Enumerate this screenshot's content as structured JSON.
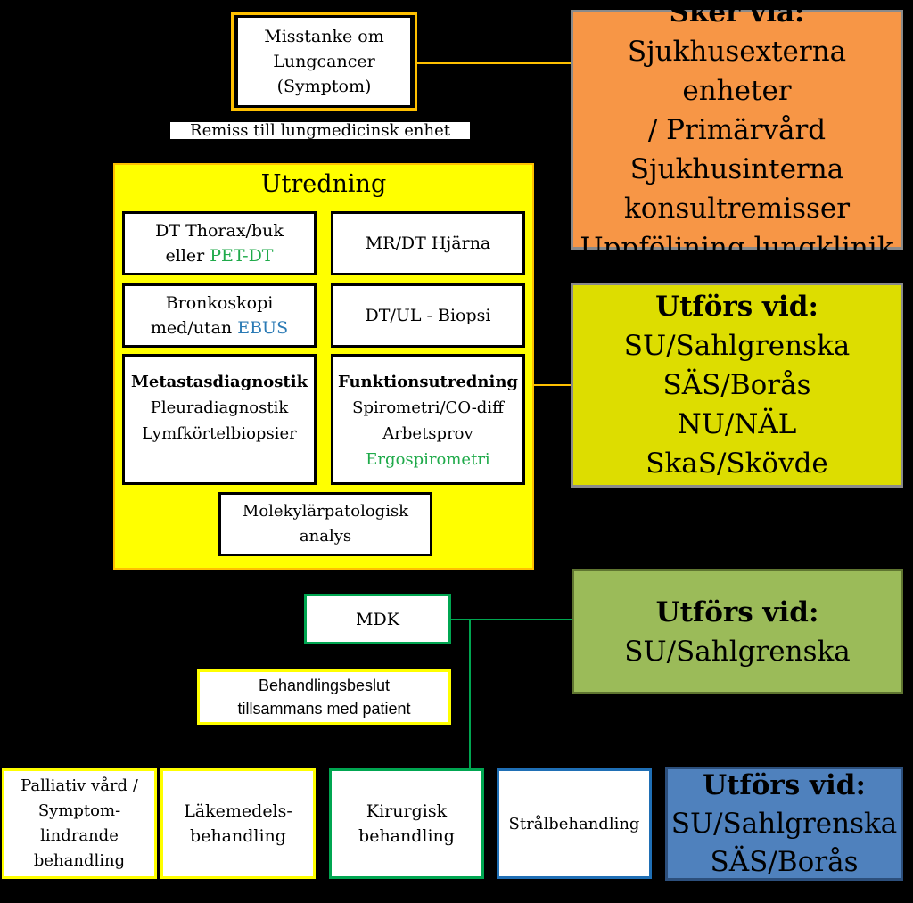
{
  "symptom": {
    "line1": "Misstanke om",
    "line2": "Lungcancer",
    "line3": "(Symptom)"
  },
  "remiss": "Remiss till lungmedicinsk enhet",
  "sker": {
    "title": "Sker via:",
    "lines": [
      "Sjukhusexterna enheter",
      "/ Primärvård",
      "Sjukhusinterna",
      "konsultremisser",
      "Uppföljning lungklinik"
    ]
  },
  "utredning": {
    "title": "Utredning",
    "dt_thorax": {
      "line1": "DT Thorax/buk",
      "line2_prefix": "eller ",
      "line2_green": "PET-DT"
    },
    "mr_dt": "MR/DT Hjärna",
    "bronk": {
      "line1": "Bronkoskopi",
      "line2_prefix": "med/utan ",
      "line2_blue": "EBUS"
    },
    "dtul": "DT/UL - Biopsi",
    "metastas": {
      "title": "Metastasdiagnostik",
      "line1": "Pleuradiagnostik",
      "line2": "Lymfkörtelbiopsier"
    },
    "funktion": {
      "title": "Funktionsutredning",
      "line1": "Spirometri/CO-diff",
      "line2": "Arbetsprov",
      "line3_green": "Ergospirometri"
    },
    "molekyl": {
      "line1": "Molekylärpatologisk",
      "line2": "analys"
    }
  },
  "utfors1": {
    "title": "Utförs vid:",
    "lines": [
      "SU/Sahlgrenska",
      "SÄS/Borås",
      "NU/NÄL",
      "SkaS/Skövde"
    ]
  },
  "mdk": "MDK",
  "utfors2": {
    "title": "Utförs vid:",
    "line1": "SU/Sahlgrenska"
  },
  "beslut": {
    "line1": "Behandlingsbeslut",
    "line2": "tillsammans med patient"
  },
  "palliativ": {
    "line1": "Palliativ vård /",
    "line2": "Symptom-",
    "line3": "lindrande",
    "line4": "behandling"
  },
  "lakemedel": {
    "line1": "Läkemedels-",
    "line2": "behandling"
  },
  "kirurgisk": {
    "line1": "Kirurgisk",
    "line2": "behandling"
  },
  "stral": "Strålbehandling",
  "utfors3": {
    "title": "Utförs vid:",
    "line1": "SU/Sahlgrenska",
    "line2": "SÄS/Borås"
  },
  "colors": {
    "orange": "#f79646",
    "yellow": "#ffff00",
    "olive": "#dddd00",
    "green_box": "#9bbb59",
    "blue_box": "#4f81bd",
    "connector_green": "#00a651",
    "connector_yellow": "#ffc000"
  }
}
